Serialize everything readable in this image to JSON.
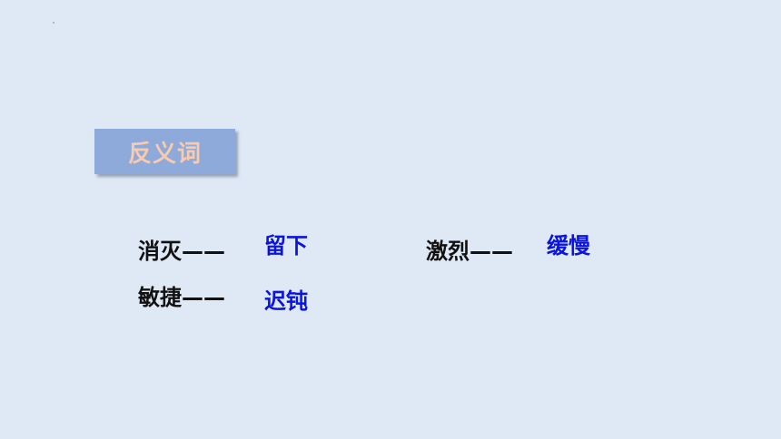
{
  "title": "反义词",
  "pairs": [
    {
      "word": "消灭——",
      "antonym": "留下"
    },
    {
      "word": "激烈——",
      "antonym": "缓慢"
    },
    {
      "word": "敏捷——",
      "antonym": "迟钝"
    }
  ],
  "colors": {
    "background": "#dfe9f5",
    "title_box": "#8eaadb",
    "title_text": "#f8cbad",
    "word_text": "#111111",
    "answer_text": "#0a14e0"
  }
}
